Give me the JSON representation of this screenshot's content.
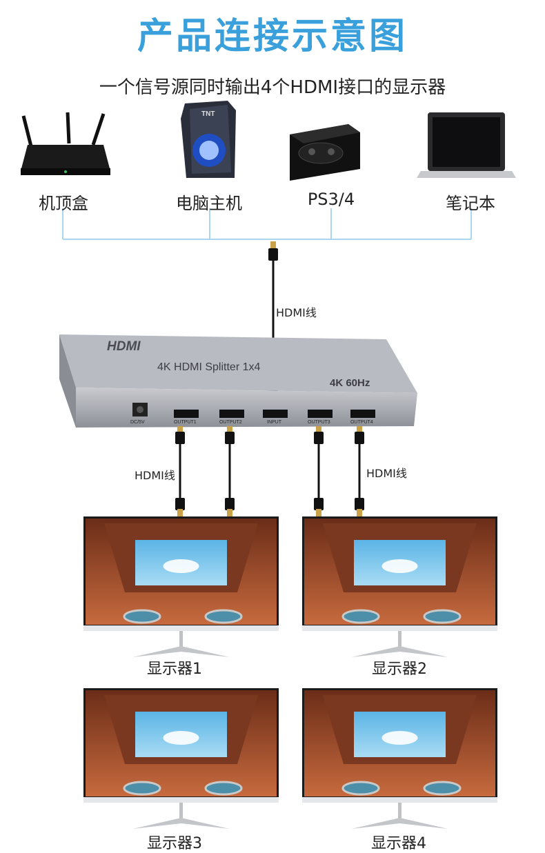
{
  "title": "产品连接示意图",
  "subtitle": "一个信号源同时输出4个HDMI接口的显示器",
  "sources": [
    {
      "label": "机顶盒",
      "icon": "router-icon"
    },
    {
      "label": "电脑主机",
      "icon": "pc-tower-icon"
    },
    {
      "label": "PS3/4",
      "icon": "game-console-icon"
    },
    {
      "label": "笔记本",
      "icon": "laptop-icon"
    }
  ],
  "cable_label": "HDMI线",
  "splitter": {
    "logo": "HDMI",
    "model": "4K HDMI Splitter 1x4",
    "spec": "4K 60Hz",
    "ports": [
      "DC/5V",
      "OUTPUT1",
      "OUTPUT2",
      "INPUT",
      "OUTPUT3",
      "OUTPUT4"
    ]
  },
  "monitors": [
    "显示器1",
    "显示器2",
    "显示器3",
    "显示器4"
  ],
  "colors": {
    "title": "#3aa0dc",
    "line": "#8ec9ea",
    "device": "#8e9096"
  }
}
